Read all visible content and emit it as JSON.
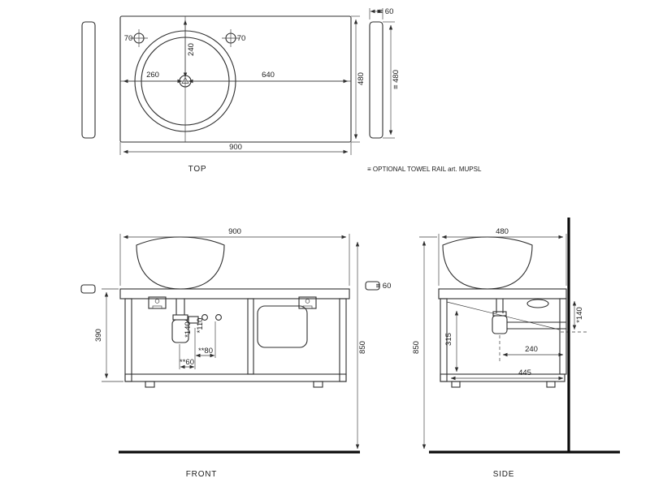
{
  "drawing": {
    "note": "≡ OPTIONAL TOWEL RAIL art. MUPSL",
    "views": {
      "top": {
        "label": "TOP",
        "dims": {
          "width": "900",
          "depth": "480",
          "basin_from_back": "240",
          "basin_from_left": "260",
          "basin_to_right": "640",
          "tap_hole_left": "70",
          "tap_hole_right": "70",
          "rail_thickness": "≡ 60",
          "rail_length": "≡ 480"
        }
      },
      "front": {
        "label": "FRONT",
        "dims": {
          "width": "900",
          "cabinet_height": "390",
          "install_height": "850",
          "rail_offset": "≡ 60",
          "drain_height_1": "*110",
          "drain_height_2": "*140",
          "drain_offset_1": "**80",
          "drain_offset_2": "**60"
        }
      },
      "side": {
        "label": "SIDE",
        "dims": {
          "depth": "480",
          "install_height": "850",
          "outlet_height": "*140",
          "inner_height": "315",
          "outlet_from_wall": "240",
          "cabinet_depth": "445"
        }
      }
    }
  }
}
